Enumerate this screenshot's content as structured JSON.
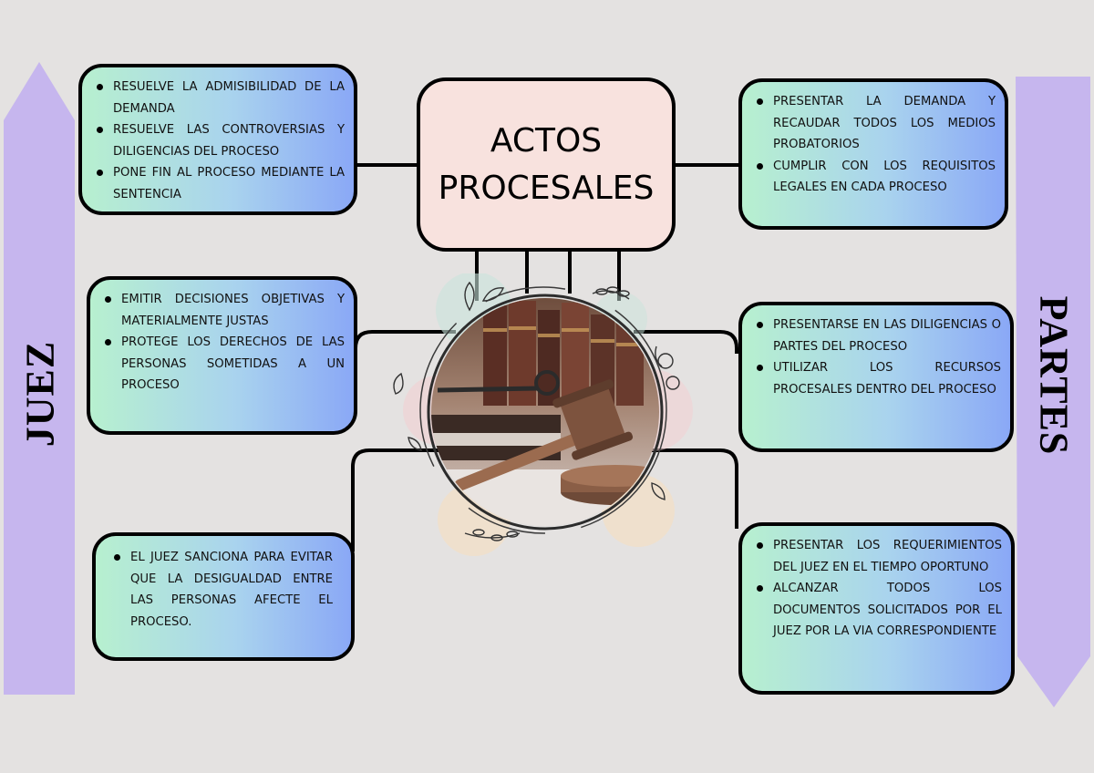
{
  "title": {
    "line1": "ACTOS",
    "line2": "PROCESALES"
  },
  "left_label": "JUEZ",
  "right_label": "PARTES",
  "juez": {
    "box1": [
      "RESUELVE LA ADMISIBILIDAD DE LA DEMANDA",
      "RESUELVE LAS CONTROVERSIAS Y DILIGENCIAS DEL PROCESO",
      "PONE FIN AL PROCESO MEDIANTE LA SENTENCIA"
    ],
    "box2": [
      "EMITIR DECISIONES OBJETIVAS Y MATERIALMENTE JUSTAS",
      "PROTEGE LOS DERECHOS DE LAS PERSONAS SOMETIDAS A UN PROCESO"
    ],
    "box3": [
      "EL JUEZ SANCIONA PARA EVITAR QUE LA DESIGUALDAD ENTRE LAS PERSONAS AFECTE EL PROCESO."
    ]
  },
  "partes": {
    "box1": [
      "PRESENTAR LA DEMANDA Y RECAUDAR TODOS LOS MEDIOS PROBATORIOS",
      "CUMPLIR CON LOS REQUISITOS LEGALES EN CADA PROCESO"
    ],
    "box2": [
      "PRESENTARSE EN LAS DILIGENCIAS O PARTES DEL PROCESO",
      "UTILIZAR LOS RECURSOS PROCESALES DENTRO DEL PROCESO"
    ],
    "box3": [
      "PRESENTAR LOS REQUERIMIENTOS DEL JUEZ EN EL TIEMPO OPORTUNO",
      "ALCANZAR TODOS LOS DOCUMENTOS SOLICITADOS POR EL JUEZ POR LA VIA CORRESPONDIENTE"
    ]
  },
  "colors": {
    "background": "#e4e2e1",
    "arrow": "#c6b6ee",
    "title_fill": "#f8e2de",
    "box_gradient_start": "#b7f0cf",
    "box_gradient_end": "#8aa8f6"
  },
  "image": "judge-gavel-and-law-books-illustration"
}
